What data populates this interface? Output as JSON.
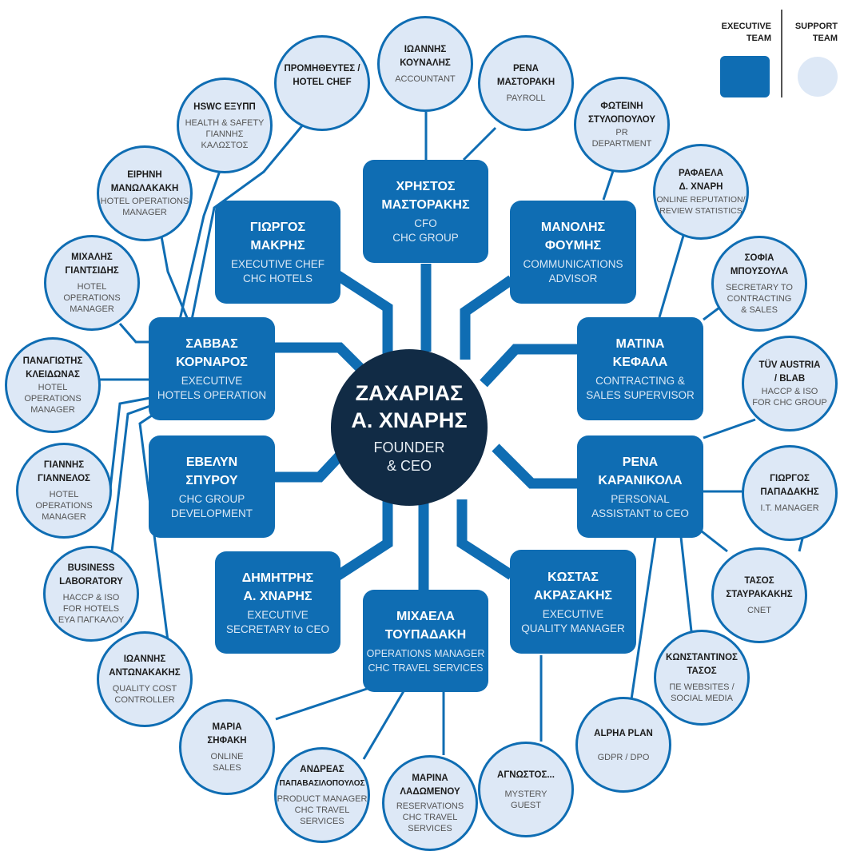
{
  "legend": {
    "executive_label": "EXECUTIVE TEAM",
    "support_label": "SUPPORT TEAM",
    "executive_color": "#0f6db3",
    "support_color": "#dde8f6"
  },
  "ceo": {
    "name_line1": "ΖΑΧΑΡΙΑΣ",
    "name_line2": "Α. ΧΝΑΡΗΣ",
    "role_line1": "FOUNDER",
    "role_line2": "& CEO",
    "color": "#112b45"
  },
  "executives": [
    {
      "id": "mastorakis",
      "name": [
        "ΧΡΗΣΤΟΣ",
        "ΜΑΣΤΟΡΑΚΗΣ"
      ],
      "role": [
        "CFO",
        "CHC GROUP"
      ]
    },
    {
      "id": "makris",
      "name": [
        "ΓΙΩΡΓΟΣ",
        "ΜΑΚΡΗΣ"
      ],
      "role": [
        "EXECUTIVE CHEF",
        "CHC HOTELS"
      ]
    },
    {
      "id": "foumis",
      "name": [
        "ΜΑΝΟΛΗΣ",
        "ΦΟΥΜΗΣ"
      ],
      "role": [
        "COMMUNICATIONS",
        "ADVISOR"
      ]
    },
    {
      "id": "kornaros",
      "name": [
        "ΣΑΒΒΑΣ",
        "ΚΟΡΝΑΡΟΣ"
      ],
      "role": [
        "EXECUTIVE",
        "HOTELS OPERATION"
      ]
    },
    {
      "id": "kefala",
      "name": [
        "ΜΑΤΙΝΑ",
        "ΚΕΦΑΛΑ"
      ],
      "role": [
        "CONTRACTING &",
        "SALES SUPERVISOR"
      ]
    },
    {
      "id": "spyrou",
      "name": [
        "ΕΒΕΛΥΝ",
        "ΣΠΥΡΟΥ"
      ],
      "role": [
        "CHC GROUP",
        "DEVELOPMENT"
      ]
    },
    {
      "id": "karanikola",
      "name": [
        "ΡΕΝΑ",
        "ΚΑΡΑΝΙΚΟΛΑ"
      ],
      "role": [
        "PERSONAL",
        "ASSISTANT to CEO"
      ]
    },
    {
      "id": "chnaris",
      "name": [
        "ΔΗΜΗΤΡΗΣ",
        "Α. ΧΝΑΡΗΣ"
      ],
      "role": [
        "EXECUTIVE",
        "SECRETARY to CEO"
      ]
    },
    {
      "id": "toupadaki",
      "name": [
        "ΜΙΧΑΕΛΑ",
        "ΤΟΥΠΑΔΑΚΗ"
      ],
      "role": [
        "OPERATIONS MANAGER",
        "CHC TRAVEL SERVICES"
      ]
    },
    {
      "id": "akrasakis",
      "name": [
        "ΚΩΣΤΑΣ",
        "ΑΚΡΑΣΑΚΗΣ"
      ],
      "role": [
        "EXECUTIVE",
        "QUALITY MANAGER"
      ]
    }
  ],
  "support": [
    {
      "id": "kounalis",
      "name": [
        "ΙΩΑΝΝΗΣ",
        "ΚΟΥΝΑΛΗΣ"
      ],
      "role": [
        "ACCOUNTANT"
      ]
    },
    {
      "id": "mastoraki",
      "name": [
        "ΡΕΝΑ",
        "ΜΑΣΤΟΡΑΚΗ"
      ],
      "role": [
        "PAYROLL"
      ]
    },
    {
      "id": "promitheftes",
      "name": [
        "ΠΡΟΜΗΘΕΥΤΕΣ /",
        "HOTEL CHEF"
      ],
      "role": []
    },
    {
      "id": "hswc",
      "name": [
        "HSWC ΕΞΥΠΠ"
      ],
      "role": [
        "HEALTH & SAFETY",
        "ΓΙΑΝΝΗΣ",
        "ΚΑΛΩΣΤΟΣ"
      ]
    },
    {
      "id": "stylopoulou",
      "name": [
        "ΦΩΤΕΙΝΗ",
        "ΣΤΥΛΟΠΟΥΛΟΥ"
      ],
      "role": [
        "PR",
        "DEPARTMENT"
      ]
    },
    {
      "id": "manolakaki",
      "name": [
        "ΕΙΡΗΝΗ",
        "ΜΑΝΩΛΑΚΑΚΗ"
      ],
      "role": [
        "HOTEL OPERATIONS",
        "MANAGER"
      ]
    },
    {
      "id": "rafaela",
      "name": [
        "ΡΑΦΑΕΛΑ",
        "Δ. ΧΝΑΡΗ"
      ],
      "role": [
        "ONLINE REPUTATION/",
        "REVIEW STATISTICS"
      ]
    },
    {
      "id": "giantsidis",
      "name": [
        "ΜΙΧΑΛΗΣ",
        "ΓΙΑΝΤΣΙΔΗΣ"
      ],
      "role": [
        "HOTEL",
        "OPERATIONS",
        "MANAGER"
      ]
    },
    {
      "id": "bousoula",
      "name": [
        "ΣΟΦΙΑ",
        "ΜΠΟΥΣΟΥΛΑ"
      ],
      "role": [
        "SECRETARY TO",
        "CONTRACTING",
        "& SALES"
      ]
    },
    {
      "id": "kleidonas",
      "name": [
        "ΠΑΝΑΓΙΩΤΗΣ",
        "ΚΛΕΙΔΩΝΑΣ"
      ],
      "role": [
        "HOTEL",
        "OPERATIONS",
        "MANAGER"
      ]
    },
    {
      "id": "tuv",
      "name": [
        "TÜV AUSTRIA",
        "/ BLAB"
      ],
      "role": [
        "HACCP & ISO",
        "FOR CHC GROUP"
      ]
    },
    {
      "id": "giannelos",
      "name": [
        "ΓΙΑΝΝΗΣ",
        "ΓΙΑΝΝΕΛΟΣ"
      ],
      "role": [
        "HOTEL",
        "OPERATIONS",
        "MANAGER"
      ]
    },
    {
      "id": "papadakis",
      "name": [
        "ΓΙΩΡΓΟΣ",
        "ΠΑΠΑΔΑΚΗΣ"
      ],
      "role": [
        "I.T. MANAGER"
      ]
    },
    {
      "id": "bizlab",
      "name": [
        "BUSINESS",
        "LABORATORY"
      ],
      "role": [
        "HACCP & ISO",
        "FOR HOTELS",
        "ΕΥΑ ΠΑΓΚΑΛΟΥ"
      ]
    },
    {
      "id": "stavrakakis",
      "name": [
        "ΤΑΣΟΣ",
        "ΣΤΑΥΡΑΚΑΚΗΣ"
      ],
      "role": [
        "CNET"
      ]
    },
    {
      "id": "antonakakis",
      "name": [
        "ΙΩΑΝΝΗΣ",
        "ΑΝΤΩΝΑΚΑΚΗΣ"
      ],
      "role": [
        "QUALITY COST",
        "CONTROLLER"
      ]
    },
    {
      "id": "konstantinos",
      "name": [
        "ΚΩΝΣΤΑΝΤΙΝΟΣ",
        "ΤΑΣΟΣ"
      ],
      "role": [
        "ΠΕ WEBSITES /",
        "SOCIAL MEDIA"
      ]
    },
    {
      "id": "sifaki",
      "name": [
        "ΜΑΡΙΑ",
        "ΣΗΦΑΚΗ"
      ],
      "role": [
        "ONLINE",
        "SALES"
      ]
    },
    {
      "id": "alphaplan",
      "name": [
        "ALPHA PLAN"
      ],
      "role": [
        "GDPR / DPO"
      ]
    },
    {
      "id": "papavasilopoulos",
      "name": [
        "ΑΝΔΡΕΑΣ",
        "ΠΑΠΑΒΑΣΙΛΟΠΟΥΛΟΣ"
      ],
      "role": [
        "PRODUCT MANAGER",
        "CHC TRAVEL",
        "SERVICES"
      ]
    },
    {
      "id": "ladomenou",
      "name": [
        "ΜΑΡΙΝΑ",
        "ΛΑΔΩΜΕΝΟΥ"
      ],
      "role": [
        "RESERVATIONS",
        "CHC TRAVEL",
        "SERVICES"
      ]
    },
    {
      "id": "agnostos",
      "name": [
        "ΑΓΝΩΣΤΟΣ..."
      ],
      "role": [
        "MYSTERY",
        "GUEST"
      ]
    }
  ]
}
